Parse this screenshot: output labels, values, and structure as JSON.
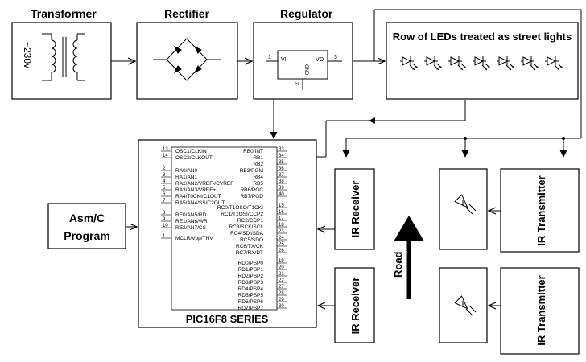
{
  "blocks": {
    "transformer": {
      "title": "Transformer",
      "voltage": "~230v"
    },
    "rectifier": {
      "title": "Rectifier"
    },
    "regulator": {
      "title": "Regulator",
      "pin_vi": "VI",
      "pin_vo": "VO",
      "pin_gnd": "GND",
      "pin1": "1",
      "pin2": "2",
      "pin3": "3"
    },
    "leds": {
      "title": "Row of LEDs treated as street lights"
    },
    "asm": {
      "line1": "Asm/C",
      "line2": "Program"
    },
    "ir_receiver_1": {
      "label": "IR Receiver"
    },
    "ir_receiver_2": {
      "label": "IR Receiver"
    },
    "ir_transmitter_1": {
      "label": "IR Transmitter"
    },
    "ir_transmitter_2": {
      "label": "IR Transmitter"
    },
    "road": {
      "label": "Road"
    }
  },
  "pic": {
    "title": "PIC16F8 SERIES",
    "left_pins": [
      {
        "num": "13",
        "name": "OSC1/CLKIN"
      },
      {
        "num": "14",
        "name": "OSC2/CLKOUT"
      },
      {
        "num": "2",
        "name": "RA0/AN0"
      },
      {
        "num": "3",
        "name": "RA1/AN1"
      },
      {
        "num": "4",
        "name": "RA2/AN2/VREF-/CVREF"
      },
      {
        "num": "5",
        "name": "RA3/AN3/VREF+"
      },
      {
        "num": "6",
        "name": "RA4/T0CKI/C1OUT"
      },
      {
        "num": "7",
        "name": "RA5/AN4/SS/C2OUT"
      },
      {
        "num": "8",
        "name": "RE0/AN5/RD"
      },
      {
        "num": "9",
        "name": "RE1/AN6/WR"
      },
      {
        "num": "10",
        "name": "RE2/AN7/CS"
      },
      {
        "num": "1",
        "name": "MCLR/Vpp/THV"
      }
    ],
    "right_pins": [
      {
        "num": "33",
        "name": "RB0/INT"
      },
      {
        "num": "34",
        "name": "RB1"
      },
      {
        "num": "35",
        "name": "RB2"
      },
      {
        "num": "36",
        "name": "RB3/PGM"
      },
      {
        "num": "37",
        "name": "RB4"
      },
      {
        "num": "38",
        "name": "RB5"
      },
      {
        "num": "39",
        "name": "RB6/PGC"
      },
      {
        "num": "40",
        "name": "RB7/PGD"
      },
      {
        "num": "15",
        "name": "RC0/T1OSO/T1CKI"
      },
      {
        "num": "16",
        "name": "RC1/T1OSI/CCP2"
      },
      {
        "num": "17",
        "name": "RC2/CCP1"
      },
      {
        "num": "18",
        "name": "RC3/SCK/SCL"
      },
      {
        "num": "23",
        "name": "RC4/SDI/SDA"
      },
      {
        "num": "24",
        "name": "RC5/SDO"
      },
      {
        "num": "25",
        "name": "RC6/TX/CK"
      },
      {
        "num": "26",
        "name": "RC7/RX/DT"
      },
      {
        "num": "19",
        "name": "RD0/PSP0"
      },
      {
        "num": "20",
        "name": "RD1/PSP1"
      },
      {
        "num": "21",
        "name": "RD2/PSP2"
      },
      {
        "num": "22",
        "name": "RD3/PSP3"
      },
      {
        "num": "27",
        "name": "RD4/PSP4"
      },
      {
        "num": "28",
        "name": "RD5/PSP5"
      },
      {
        "num": "29",
        "name": "RD6/PSP6"
      },
      {
        "num": "30",
        "name": "RD7/PSP7"
      }
    ]
  }
}
